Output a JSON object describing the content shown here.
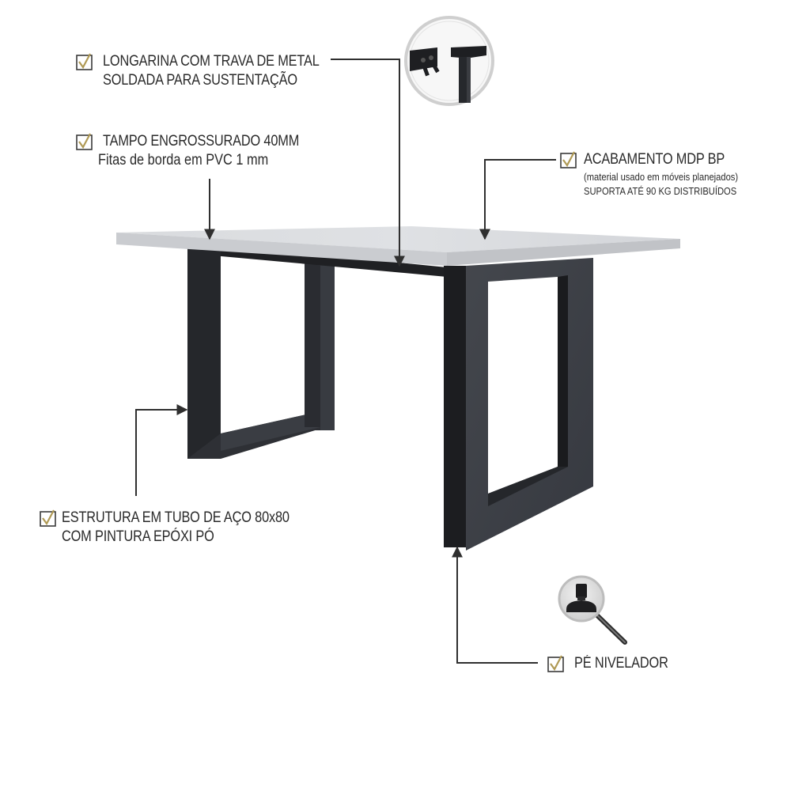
{
  "colors": {
    "text": "#2a2a2a",
    "check_mark": "#b09a55",
    "check_box_border": "#3a3a3a",
    "leader_line": "#2f2f2f",
    "tabletop": "#d6d8dc",
    "tabletop_edge": "#c7c9cd",
    "leg_dark": "#1e1f22",
    "leg_face": "#3d4046"
  },
  "callouts": {
    "longarina": {
      "icon": "check-icon",
      "line1": "LONGARINA COM TRAVA DE METAL",
      "line2": "SOLDADA PARA SUSTENTAÇÃO",
      "detail_image": "bracket-bolt-detail-circle"
    },
    "tampo": {
      "icon": "check-icon",
      "line1": "TAMPO ENGROSSURADO 40MM",
      "line2": "Fitas de borda em PVC 1 mm"
    },
    "acabamento": {
      "icon": "check-icon",
      "line1": "ACABAMENTO MDP BP",
      "line2": "(material usado em móveis planejados)",
      "line3": "SUPORTA ATÉ 90 KG DISTRIBUÍDOS"
    },
    "estrutura": {
      "icon": "check-icon",
      "line1": "ESTRUTURA EM TUBO DE AÇO 80x80",
      "line2": "COM PINTURA EPÓXI PÓ"
    },
    "pe_nivelador": {
      "icon": "check-icon",
      "line1": "PÉ NIVELADOR",
      "detail_image": "leveling-foot-magnifier"
    }
  }
}
